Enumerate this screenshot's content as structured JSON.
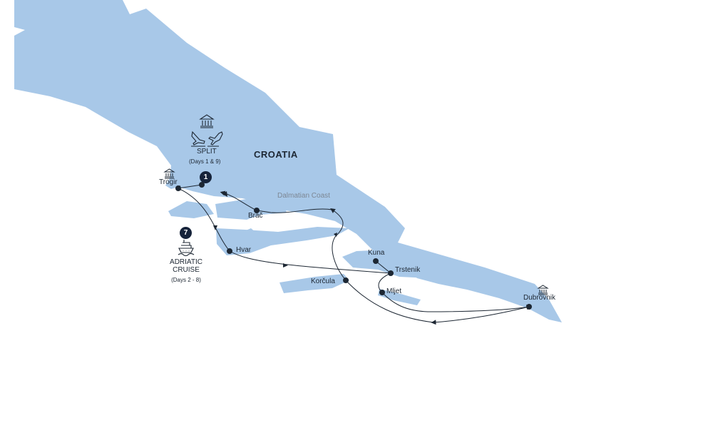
{
  "colors": {
    "land": "#a8c8e8",
    "route": "#1d2733",
    "badge": "#16233a",
    "background": "#ffffff"
  },
  "country": "CROATIA",
  "region": "Dalmatian Coast",
  "split": {
    "name": "SPLIT",
    "days": "(Days 1 & 9)",
    "badge": "1",
    "icons": [
      "museum-icon",
      "airplane-landing-icon",
      "airplane-takeoff-icon"
    ]
  },
  "cruise": {
    "line1": "ADRIATIC",
    "line2": "CRUISE",
    "days": "(Days 2 - 8)",
    "badge": "7",
    "icon": "ship-icon"
  },
  "stops": {
    "trogir": "Trogir",
    "brac": "Brač",
    "hvar": "Hvar",
    "korcula": "Korčula",
    "kuna": "Kuna",
    "trstenik": "Trstenik",
    "mljet": "Mljet",
    "dubrovnik": "Dubrovnik"
  }
}
